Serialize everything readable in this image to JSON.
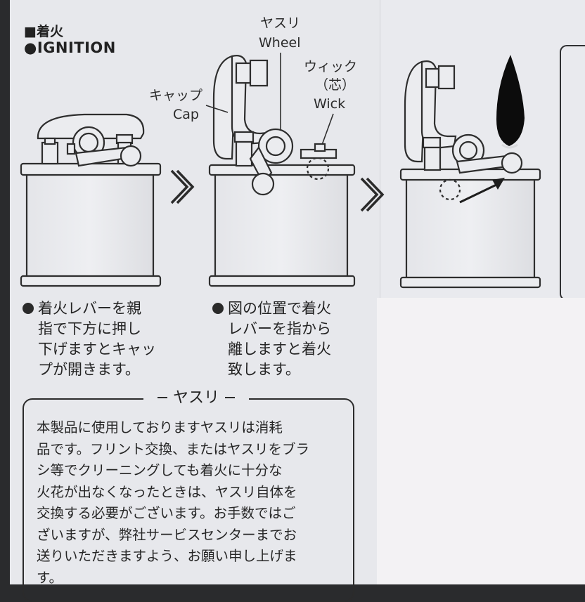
{
  "header": {
    "jp": "■着火",
    "en": "●IGNITION"
  },
  "labels": {
    "file_jp": "ヤスリ",
    "file_en": "Wheel",
    "wick_jp": "ウィック",
    "wick_kanji": "（芯）",
    "wick_en": "Wick",
    "cap_jp": "キャップ",
    "cap_en": "Cap"
  },
  "steps": [
    {
      "lines": [
        "着火レバーを親",
        "指で下方に押し",
        "下げますとキャッ",
        "プが開きます。"
      ]
    },
    {
      "lines": [
        "図の位置で着火",
        "レバーを指から",
        "離しますと着火",
        "致します。"
      ]
    }
  ],
  "file_note": {
    "title": "ヤスリ",
    "lines": [
      "本製品に使用しておりますヤスリは消耗",
      "品です。フリント交換、またはヤスリをブラ",
      "シ等でクリーニングしても着火に十分な",
      "火花が出なくなったときは、ヤスリ自体を",
      "交換する必要がございます。お手数ではご",
      "ざいますが、弊社サービスセンターまでお",
      "送りいただきますよう、お願い申し上げま",
      "す。"
    ]
  },
  "colors": {
    "paper": "#e7e8ec",
    "ink": "#2b2b2b",
    "flame": "#0c0c0c"
  },
  "icons": [
    "arrow-right-icon",
    "bullet-icon"
  ]
}
